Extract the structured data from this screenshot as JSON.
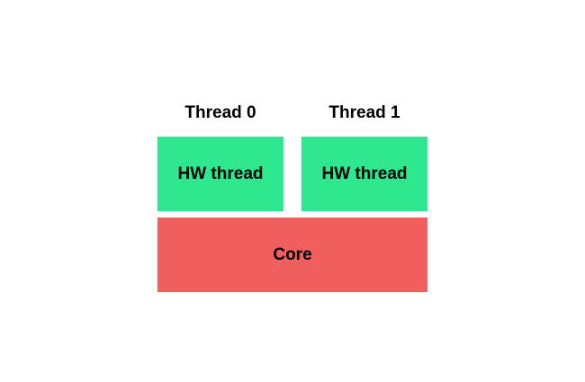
{
  "threads": [
    {
      "label": "Thread 0",
      "block_label": "HW thread"
    },
    {
      "label": "Thread 1",
      "block_label": "HW thread"
    }
  ],
  "core": {
    "label": "Core"
  },
  "colors": {
    "hw_thread": "#2de88f",
    "core": "#f05e5e",
    "text": "#000000",
    "background": "#ffffff"
  }
}
